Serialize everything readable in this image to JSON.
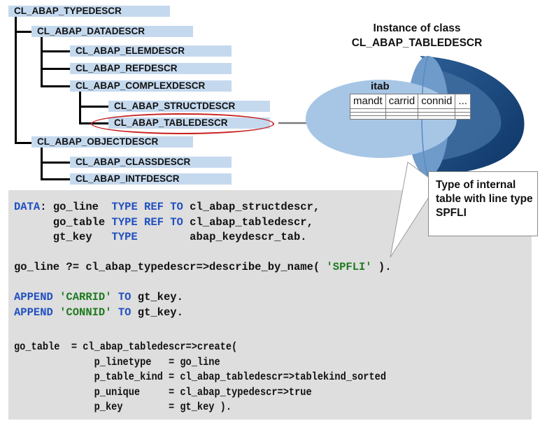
{
  "tree": {
    "nodes": [
      {
        "id": "typedescr",
        "label": "CL_ABAP_TYPEDESCR"
      },
      {
        "id": "datadescr",
        "label": "CL_ABAP_DATADESCR"
      },
      {
        "id": "elemdescr",
        "label": "CL_ABAP_ELEMDESCR"
      },
      {
        "id": "refdescr",
        "label": "CL_ABAP_REFDESCR"
      },
      {
        "id": "complexdescr",
        "label": "CL_ABAP_COMPLEXDESCR"
      },
      {
        "id": "structdescr",
        "label": "CL_ABAP_STRUCTDESCR"
      },
      {
        "id": "tabledescr",
        "label": "CL_ABAP_TABLEDESCR",
        "highlighted": true
      },
      {
        "id": "objectdescr",
        "label": "CL_ABAP_OBJECTDESCR"
      },
      {
        "id": "classdescr",
        "label": "CL_ABAP_CLASSDESCR"
      },
      {
        "id": "intfdescr",
        "label": "CL_ABAP_INTFDESCR"
      }
    ],
    "highlight_color": "#c82020",
    "node_color": "#c5d9ee"
  },
  "instance": {
    "title_line1": "Instance of class",
    "title_line2": "CL_ABAP_TABLEDESCR",
    "itab_label": "itab",
    "columns": [
      "mandt",
      "carrid",
      "connid",
      "..."
    ]
  },
  "callout": {
    "text": "Type of internal table with line type SPFLI"
  },
  "code": {
    "lines": [
      [
        {
          "t": "DATA",
          "k": "kw"
        },
        {
          "t": ": go_line  "
        },
        {
          "t": "TYPE REF TO",
          "k": "kw"
        },
        {
          "t": " cl_abap_structdescr,"
        }
      ],
      [
        {
          "t": "      go_table "
        },
        {
          "t": "TYPE REF TO",
          "k": "kw"
        },
        {
          "t": " cl_abap_tabledescr,"
        }
      ],
      [
        {
          "t": "      gt_key   "
        },
        {
          "t": "TYPE",
          "k": "kw"
        },
        {
          "t": "        abap_keydescr_tab."
        }
      ],
      [
        {
          "t": ""
        }
      ],
      [
        {
          "t": "go_line ?= cl_abap_typedescr=>describe_by_name( "
        },
        {
          "t": "'SPFLI'",
          "k": "str"
        },
        {
          "t": " )."
        }
      ],
      [
        {
          "t": ""
        }
      ],
      [
        {
          "t": "APPEND",
          "k": "kw"
        },
        {
          "t": " "
        },
        {
          "t": "'CARRID'",
          "k": "str"
        },
        {
          "t": " "
        },
        {
          "t": "TO",
          "k": "kw"
        },
        {
          "t": " gt_key."
        }
      ],
      [
        {
          "t": "APPEND",
          "k": "kw"
        },
        {
          "t": " "
        },
        {
          "t": "'CONNID'",
          "k": "str"
        },
        {
          "t": " "
        },
        {
          "t": "TO",
          "k": "kw"
        },
        {
          "t": " gt_key."
        }
      ]
    ],
    "create_lines": [
      "go_table  = cl_abap_tabledescr=>create(",
      "              p_linetype   = go_line",
      "              p_table_kind = cl_abap_tabledescr=>tablekind_sorted",
      "              p_unique     = cl_abap_typedescr=>true",
      "              p_key        = gt_key )."
    ],
    "keyword_color": "#1f4fc0",
    "string_color": "#1f7a1f"
  }
}
